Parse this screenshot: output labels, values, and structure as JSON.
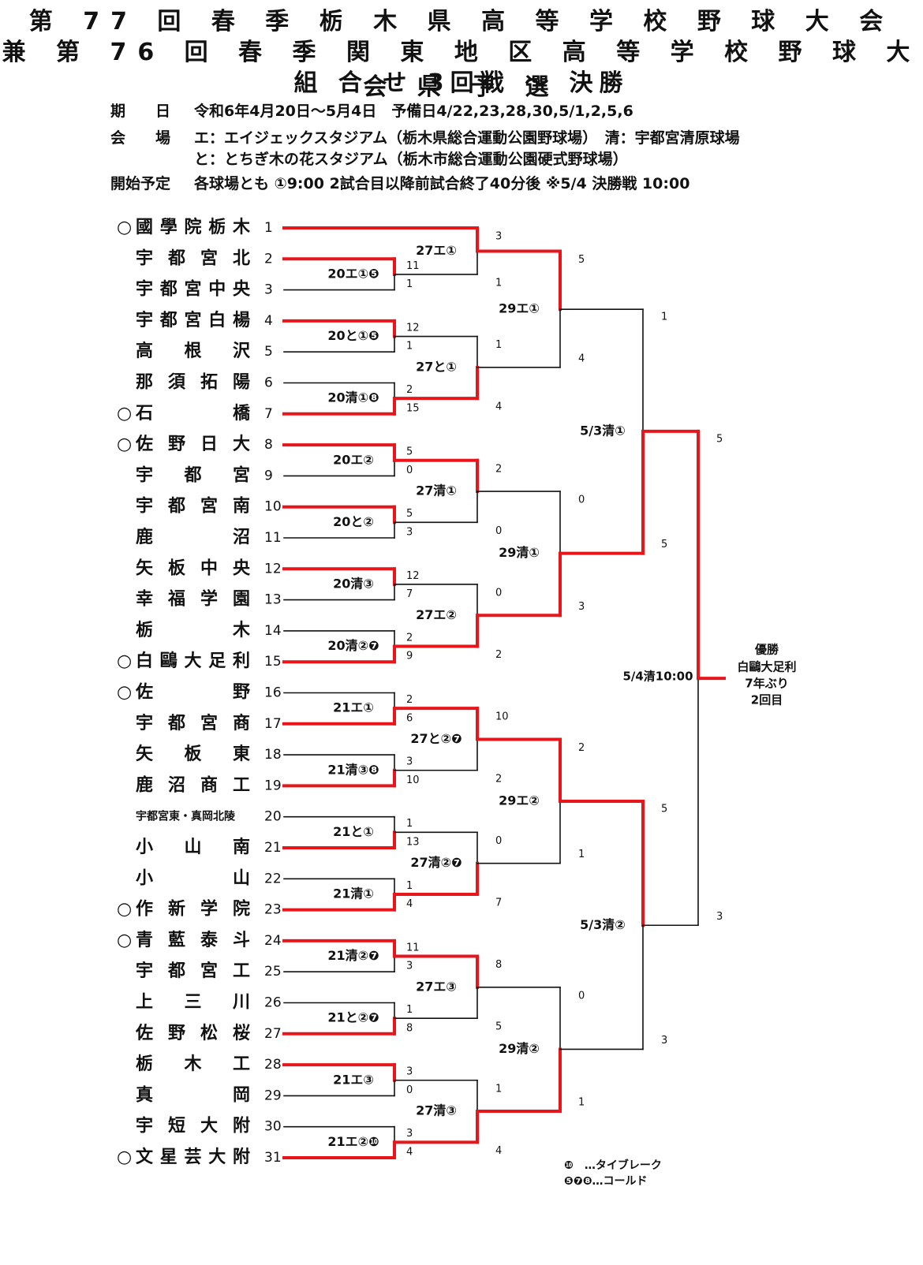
{
  "header": {
    "title1": "第 77 回 春 季 栃 木 県 高 等 学 校 野 球 大 会",
    "title2": "兼 第 76 回 春 季 関 東 地 区 高 等 学 校 野 球 大 会 県 予 選",
    "title3": "組 合 せ 3回戦 ～ 決勝"
  },
  "info": {
    "period_label": "期　　日",
    "period": "令和6年4月20日～5月4日　予備日4/22,23,28,30,5/1,2,5,6",
    "venue_label": "会　　場",
    "venue1": "エ：エイジェックスタジアム（栃木県総合運動公園野球場）　清：宇都宮清原球場",
    "venue2": "と：とちぎ木の花スタジアム（栃木市総合運動公園硬式野球場）",
    "start_label": "開始予定",
    "start": "各球場とも ①9:00 2試合目以降前試合終了40分後 ※5/4 決勝戦 10:00"
  },
  "teams": [
    {
      "no": "1",
      "name": "國學院栃木",
      "seeded": true
    },
    {
      "no": "2",
      "name": "宇都宮北",
      "seeded": false
    },
    {
      "no": "3",
      "name": "宇都宮中央",
      "seeded": false
    },
    {
      "no": "4",
      "name": "宇都宮白楊",
      "seeded": false
    },
    {
      "no": "5",
      "name": "高根沢",
      "seeded": false
    },
    {
      "no": "6",
      "name": "那須拓陽",
      "seeded": false
    },
    {
      "no": "7",
      "name": "石橋",
      "seeded": true
    },
    {
      "no": "8",
      "name": "佐野日大",
      "seeded": true
    },
    {
      "no": "9",
      "name": "宇都宮",
      "seeded": false
    },
    {
      "no": "10",
      "name": "宇都宮南",
      "seeded": false
    },
    {
      "no": "11",
      "name": "鹿沼",
      "seeded": false
    },
    {
      "no": "12",
      "name": "矢板中央",
      "seeded": false
    },
    {
      "no": "13",
      "name": "幸福学園",
      "seeded": false
    },
    {
      "no": "14",
      "name": "栃木",
      "seeded": false
    },
    {
      "no": "15",
      "name": "白鷗大足利",
      "seeded": true
    },
    {
      "no": "16",
      "name": "佐野",
      "seeded": true
    },
    {
      "no": "17",
      "name": "宇都宮商",
      "seeded": false
    },
    {
      "no": "18",
      "name": "矢板東",
      "seeded": false
    },
    {
      "no": "19",
      "name": "鹿沼商工",
      "seeded": false
    },
    {
      "no": "20",
      "name": "宇都宮東・真岡北陵",
      "seeded": false
    },
    {
      "no": "21",
      "name": "小山南",
      "seeded": false
    },
    {
      "no": "22",
      "name": "小山",
      "seeded": false
    },
    {
      "no": "23",
      "name": "作新学院",
      "seeded": true
    },
    {
      "no": "24",
      "name": "青藍泰斗",
      "seeded": true
    },
    {
      "no": "25",
      "name": "宇都宮工",
      "seeded": false
    },
    {
      "no": "26",
      "name": "上三川",
      "seeded": false
    },
    {
      "no": "27",
      "name": "佐野松桜",
      "seeded": false
    },
    {
      "no": "28",
      "name": "栃木工",
      "seeded": false
    },
    {
      "no": "29",
      "name": "真岡",
      "seeded": false
    },
    {
      "no": "30",
      "name": "宇短大附",
      "seeded": false
    },
    {
      "no": "31",
      "name": "文星芸大附",
      "seeded": true
    }
  ],
  "seed_mark": "○",
  "round1": [
    {
      "label": "20エ①❺",
      "top": "11",
      "bottom": "1"
    },
    {
      "label": "20と①❺",
      "top": "12",
      "bottom": "1"
    },
    {
      "label": "20清①❽",
      "top": "2",
      "bottom": "15"
    },
    {
      "label": "20エ②",
      "top": "5",
      "bottom": "0"
    },
    {
      "label": "20と②",
      "top": "5",
      "bottom": "3"
    },
    {
      "label": "20清③",
      "top": "12",
      "bottom": "7"
    },
    {
      "label": "20清②❼",
      "top": "2",
      "bottom": "9"
    },
    {
      "label": "21エ①",
      "top": "2",
      "bottom": "6"
    },
    {
      "label": "21清③❽",
      "top": "3",
      "bottom": "10"
    },
    {
      "label": "21と①",
      "top": "1",
      "bottom": "13"
    },
    {
      "label": "21清①",
      "top": "1",
      "bottom": "4"
    },
    {
      "label": "21清②❼",
      "top": "11",
      "bottom": "3"
    },
    {
      "label": "21と②❼",
      "top": "1",
      "bottom": "8"
    },
    {
      "label": "21エ③",
      "top": "3",
      "bottom": "0"
    },
    {
      "label": "21エ②❿",
      "top": "3",
      "bottom": "4"
    }
  ],
  "round2": [
    {
      "label": "27エ①",
      "top": "3",
      "bottom": "1"
    },
    {
      "label": "27と①",
      "top": "1",
      "bottom": "4"
    },
    {
      "label": "27清①",
      "top": "2",
      "bottom": "0"
    },
    {
      "label": "27エ②",
      "top": "0",
      "bottom": "2"
    },
    {
      "label": "27と②❼",
      "top": "10",
      "bottom": "2"
    },
    {
      "label": "27清②❼",
      "top": "0",
      "bottom": "7"
    },
    {
      "label": "27エ③",
      "top": "8",
      "bottom": "5"
    },
    {
      "label": "27清③",
      "top": "1",
      "bottom": "4"
    }
  ],
  "round3": [
    {
      "label": "29エ①",
      "top": "5",
      "bottom": "4"
    },
    {
      "label": "29清①",
      "top": "0",
      "bottom": "3"
    },
    {
      "label": "29エ②",
      "top": "2",
      "bottom": "1"
    },
    {
      "label": "29清②",
      "top": "0",
      "bottom": "1"
    }
  ],
  "semis": [
    {
      "label": "5/3清①",
      "top": "1",
      "bottom": "5"
    },
    {
      "label": "5/3清②",
      "top": "5",
      "bottom": "3"
    }
  ],
  "final": {
    "label": "5/4清10:00",
    "top": "5",
    "bottom": "3"
  },
  "champion": {
    "title": "優勝",
    "name": "白鷗大足利",
    "years": "7年ぶり",
    "count": "2回目"
  },
  "legend": {
    "line1": "❿　…タイブレーク",
    "line2": "❺❼❽…コールド"
  },
  "colors": {
    "winner_line": "#e8161b",
    "loser_line": "#111111"
  }
}
